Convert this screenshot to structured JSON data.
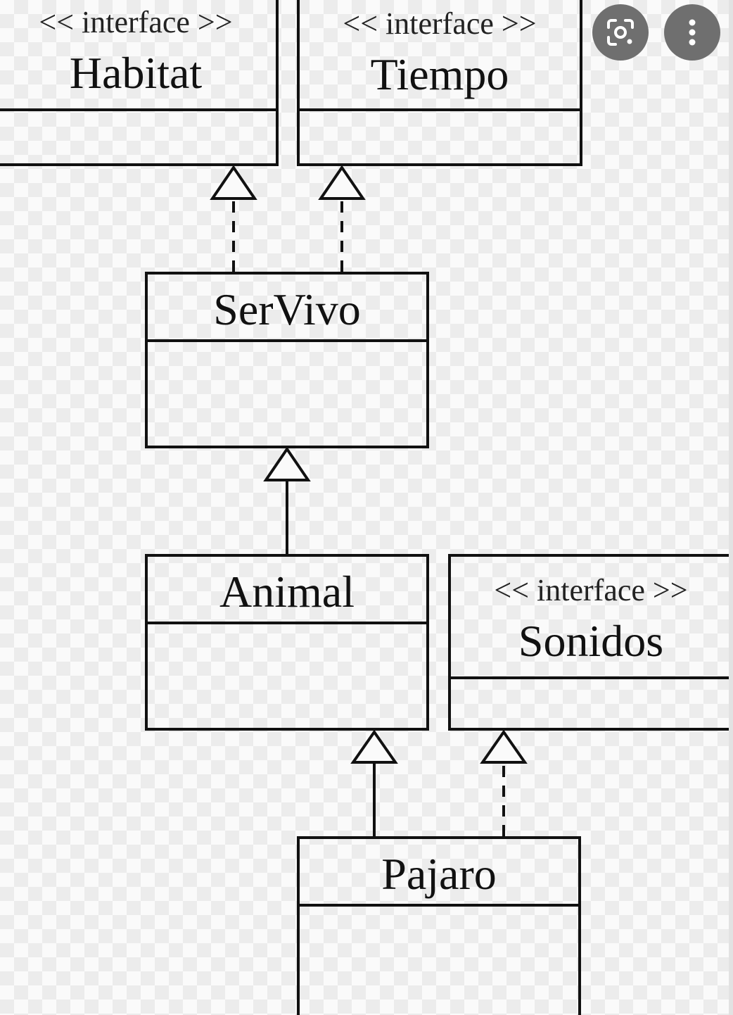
{
  "diagram": {
    "habitat": {
      "stereotype": "<< interface >>",
      "name": "Habitat"
    },
    "tiempo": {
      "stereotype": "<< interface >>",
      "name": "Tiempo"
    },
    "servivo": {
      "name": "SerVivo"
    },
    "animal": {
      "name": "Animal"
    },
    "sonidos": {
      "stereotype": "<< interface >>",
      "name": "Sonidos"
    },
    "pajaro": {
      "name": "Pajaro"
    }
  },
  "relations": [
    {
      "from": "SerVivo",
      "to": "Habitat",
      "kind": "realization"
    },
    {
      "from": "SerVivo",
      "to": "Tiempo",
      "kind": "realization"
    },
    {
      "from": "Animal",
      "to": "SerVivo",
      "kind": "generalization"
    },
    {
      "from": "Pajaro",
      "to": "Animal",
      "kind": "generalization"
    },
    {
      "from": "Pajaro",
      "to": "Sonidos",
      "kind": "realization"
    }
  ],
  "overlay": {
    "lens_icon": "google-lens-icon",
    "menu_icon": "more-vert-icon",
    "button_color": "#6f6f6f"
  }
}
